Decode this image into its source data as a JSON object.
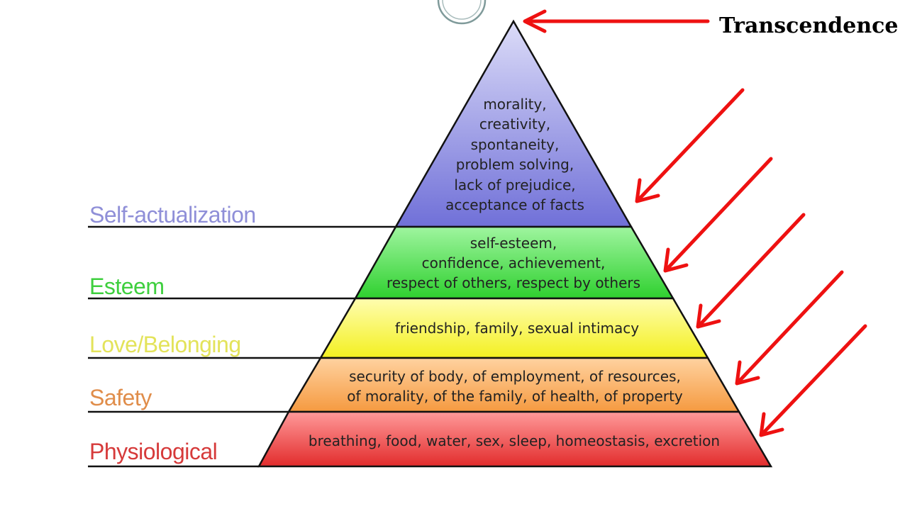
{
  "diagram": {
    "levels": [
      {
        "name": "Self-actualization",
        "label_color": "#8f8fd8",
        "fill_top": "#dcdcf8",
        "fill_bottom": "#7070d8",
        "lines": [
          "morality,",
          "creativity,",
          "spontaneity,",
          "problem solving,",
          "lack of prejudice,",
          "acceptance of facts"
        ]
      },
      {
        "name": "Esteem",
        "label_color": "#3ecf3e",
        "fill_top": "#9ff59f",
        "fill_bottom": "#2fd02f",
        "lines": [
          "self-esteem,",
          "confidence, achievement,",
          "respect of others, respect by others"
        ]
      },
      {
        "name": "Love/Belonging",
        "label_color": "#e3e35a",
        "fill_top": "#fffdb0",
        "fill_bottom": "#f3f020",
        "lines": [
          "friendship, family, sexual intimacy"
        ]
      },
      {
        "name": "Safety",
        "label_color": "#e08d4a",
        "fill_top": "#ffd2a0",
        "fill_bottom": "#f59a40",
        "lines": [
          "security of body, of employment, of resources,",
          "of morality, of the family, of health, of property"
        ]
      },
      {
        "name": "Physiological",
        "label_color": "#d63a3a",
        "fill_top": "#ff9a9a",
        "fill_bottom": "#e22c2c",
        "lines": [
          "breathing, food, water, sex, sleep, homeostasis, excretion"
        ]
      }
    ],
    "apex_label": "Transcendence",
    "arrow_color": "#ee1111",
    "outline_color": "#111111"
  }
}
